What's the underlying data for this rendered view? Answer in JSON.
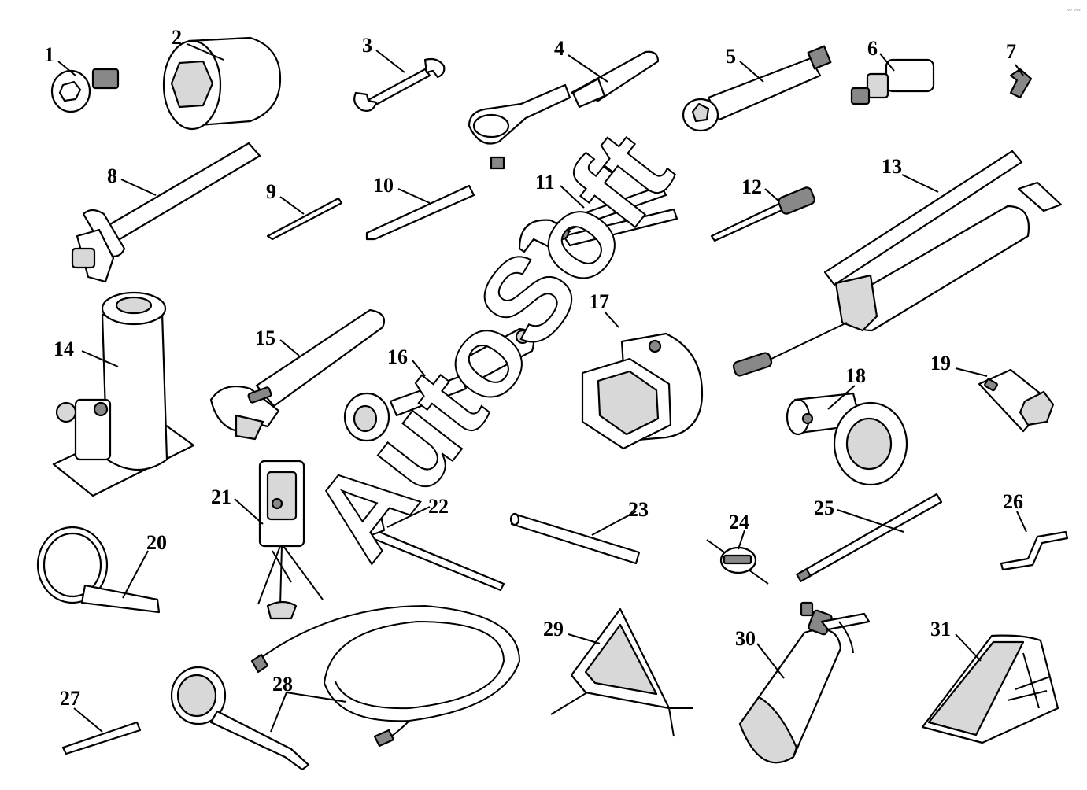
{
  "watermark": "AutoSoft",
  "corner_mark": "°° °°°",
  "parts": [
    {
      "id": "1",
      "icon": "socket-adapter-icon"
    },
    {
      "id": "2",
      "icon": "large-hex-socket-icon"
    },
    {
      "id": "3",
      "icon": "open-end-wrench-icon"
    },
    {
      "id": "4",
      "icon": "ratchet-handle-icon"
    },
    {
      "id": "5",
      "icon": "extension-bar-socket-icon"
    },
    {
      "id": "6",
      "icon": "universal-joint-icon"
    },
    {
      "id": "7",
      "icon": "hex-key-icon"
    },
    {
      "id": "8",
      "icon": "hammer-icon"
    },
    {
      "id": "9",
      "icon": "pin-punch-icon"
    },
    {
      "id": "10",
      "icon": "chisel-icon"
    },
    {
      "id": "11",
      "icon": "pliers-icon"
    },
    {
      "id": "12",
      "icon": "screwdriver-icon"
    },
    {
      "id": "13",
      "icon": "grease-gun-icon"
    },
    {
      "id": "14",
      "icon": "bottle-jack-icon"
    },
    {
      "id": "15",
      "icon": "adjustable-wrench-icon"
    },
    {
      "id": "16",
      "icon": "wheel-nut-wrench-icon"
    },
    {
      "id": "17",
      "icon": "hub-nut-socket-icon"
    },
    {
      "id": "18",
      "icon": "castle-nut-socket-icon"
    },
    {
      "id": "19",
      "icon": "spark-plug-socket-icon"
    },
    {
      "id": "20",
      "icon": "oil-filter-wrench-icon"
    },
    {
      "id": "21",
      "icon": "inspection-lamp-icon"
    },
    {
      "id": "22",
      "icon": "pry-bar-icon"
    },
    {
      "id": "23",
      "icon": "tommy-bar-icon"
    },
    {
      "id": "24",
      "icon": "valve-core-tool-icon"
    },
    {
      "id": "25",
      "icon": "extension-rod-icon"
    },
    {
      "id": "26",
      "icon": "crank-handle-icon"
    },
    {
      "id": "27",
      "icon": "valve-extension-icon"
    },
    {
      "id": "28",
      "icon": "tire-inflation-hose-icon"
    },
    {
      "id": "29",
      "icon": "warning-triangle-icon"
    },
    {
      "id": "30",
      "icon": "fire-extinguisher-icon"
    },
    {
      "id": "31",
      "icon": "wheel-chock-icon"
    }
  ]
}
